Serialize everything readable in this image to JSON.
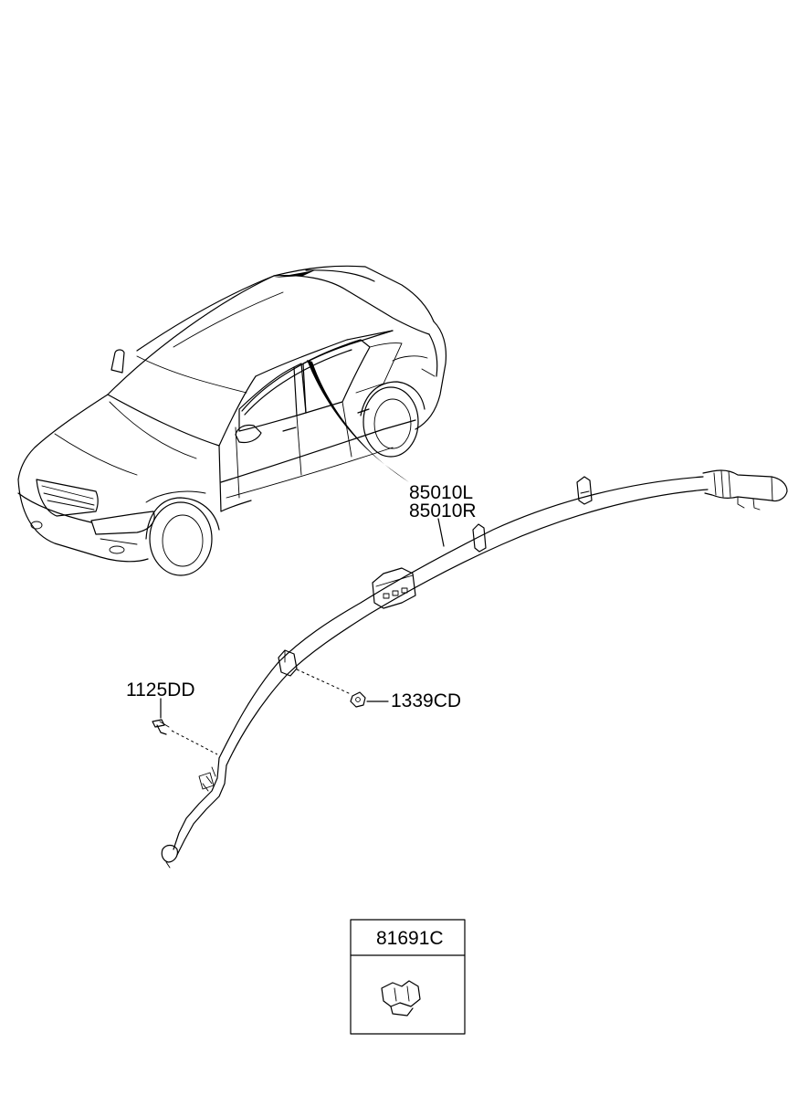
{
  "parts": {
    "curtain_airbag_left": "85010L",
    "curtain_airbag_right": "85010R",
    "bolt": "1125DD",
    "nut": "1339CD",
    "clip": "81691C"
  }
}
